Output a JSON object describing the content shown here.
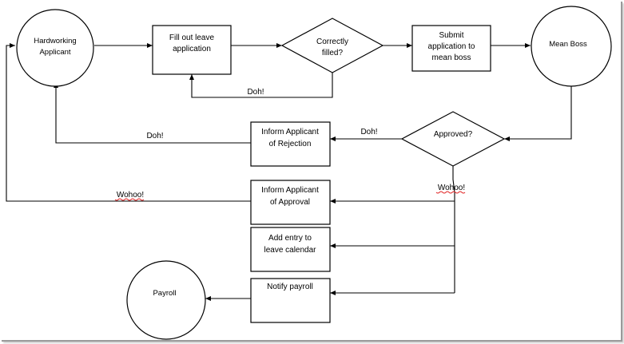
{
  "nodes": {
    "applicant": [
      "Hardworking",
      "Applicant"
    ],
    "fill_form": [
      "Fill out leave",
      "application"
    ],
    "correctly_filled": [
      "Correctly",
      "filled?"
    ],
    "submit": [
      "Submit",
      "application to",
      "mean boss"
    ],
    "mean_boss": [
      "Mean Boss"
    ],
    "approved": [
      "Approved?"
    ],
    "inform_rejection": [
      "Inform Applicant",
      "of Rejection"
    ],
    "inform_approval": [
      "Inform Applicant",
      "of Approval"
    ],
    "add_entry": [
      "Add entry to",
      "leave calendar"
    ],
    "notify_payroll": [
      "Notify payroll"
    ],
    "payroll": [
      "Payroll"
    ]
  },
  "edge_labels": {
    "doh_form": "Doh!",
    "doh_rejected": "Doh!",
    "doh_reject_path": "Doh!",
    "wohoo_approved": "Wohoo!",
    "wohoo_return": "Wohoo!"
  }
}
